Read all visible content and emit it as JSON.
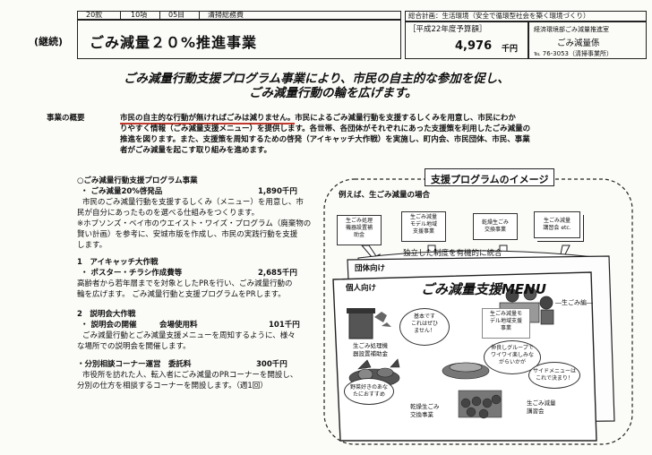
{
  "header": {
    "cells": [
      "20款",
      "10項",
      "05目",
      "清掃総務費"
    ],
    "plan": "総合計画：生活環境（安全で循環型社会を築く環境づくり）",
    "continuation": "(継続)",
    "title": "ごみ減量２０%推進事業",
    "budget_label": "［平成22年度予算額］",
    "budget_value": "4,976",
    "budget_unit": "千円",
    "department": "経済環境部ごみ減量推進室",
    "section": "ごみ減量係",
    "phone": "℡ 76-3053（清掃事業所）"
  },
  "slogan": [
    "ごみ減量行動支援プログラム事業により、市民の自主的な参加を促し、",
    "ごみ減量行動の輪を広げます。"
  ],
  "overview": {
    "label": "事業の概要",
    "underlined": "市民の自主的な行動が無ければごみは減りません。",
    "lines": [
      "市民によるごみ減量行動を支援するしくみを用意し、市民にわか",
      "りやすく情報（ごみ減量支援メニュー）を提供します。各世帯、各団体がそれぞれにあった支援策を利用したごみ減量の",
      "推進を図ります。また、支援策を周知するための啓発（アイキャッチ大作戦）を実施し、町内会、市民団体、市民、事業",
      "者がごみ減量を起こす取り組みを進めます。"
    ]
  },
  "programs": [
    {
      "heading": "○ごみ減量行動支援プログラム事業",
      "item": "・ ごみ減量20%啓発品",
      "amount": "1,890千円",
      "lines": [
        "市民のごみ減量行動を支援するしくみ（メニュー）を用意し、市",
        "民が自分にあったものを選べる仕組みをつくります。",
        "※ホブソンズ・ベイ市のウエイスト・ワイズ・プログラム（廃棄物の",
        "賢い計画）を参考に、安城市版を作成し、市民の実践行動を支援",
        "します。"
      ]
    },
    {
      "heading": "1　アイキャッチ大作戦",
      "item": "・ ポスター・チラシ作成費等",
      "amount": "2,685千円",
      "lines": [
        "高齢者から若年層までを対象としたPRを行い、ごみ減量行動の",
        "輪を広げます。 ごみ減量行動と支援プログラムをPRします。"
      ]
    },
    {
      "heading": "2　説明会大作戦",
      "item": "・ 説明会の開催　　　会場使用料",
      "amount": "101千円",
      "lines": [
        "ごみ減量行動とごみ減量支援メニューを周知するように、様々",
        "な場所での説明会を開催します。"
      ]
    },
    {
      "heading": "",
      "item": "・分別相談コーナー運営　委託料",
      "amount": "300千円",
      "lines": [
        "市役所を訪れた人、転入者にごみ減量のPRコーナーを開設し、",
        "分別の仕方を相談するコーナーを開設します。（週1回）"
      ]
    }
  ],
  "image": {
    "title": "支援プログラムのイメージ",
    "example": "例えば、生ごみ減量の場合",
    "boxes": [
      [
        "生ごみ処理",
        "機器設置補",
        "助金"
      ],
      [
        "生ごみ減量",
        "モデル地域",
        "支援事業"
      ],
      [
        "乾燥生ごみ",
        "交換事業"
      ],
      [
        "生ごみ減量",
        "講習会 etc."
      ]
    ],
    "integration": "独立した制度を有機的に統合",
    "group_label": "団体向け",
    "individual_label": "個人向け",
    "menu_title": "ごみ減量支援MENU",
    "menu_subtitle": "―生ごみ編―",
    "bubble_1": [
      "基本です",
      "これはぜひ",
      "ませ",
      "ません！"
    ],
    "label_device": [
      "生ごみ処理機",
      "器設置補助金"
    ],
    "label_model": [
      "生ごみ減量モ",
      "デル地域支援",
      "事業"
    ],
    "bubble_2": [
      "仲良しグループで",
      "ワイワイ楽しみな",
      "がらいかが"
    ],
    "bubble_3": [
      "サイドメニューは",
      "これで決まり！"
    ],
    "bubble_4": [
      "野菜好きのあな",
      "たにおすすめ"
    ],
    "label_exchange": [
      "乾燥生ごみ",
      "交換事業"
    ],
    "label_course": [
      "生ごみ減量",
      "講習会"
    ]
  }
}
